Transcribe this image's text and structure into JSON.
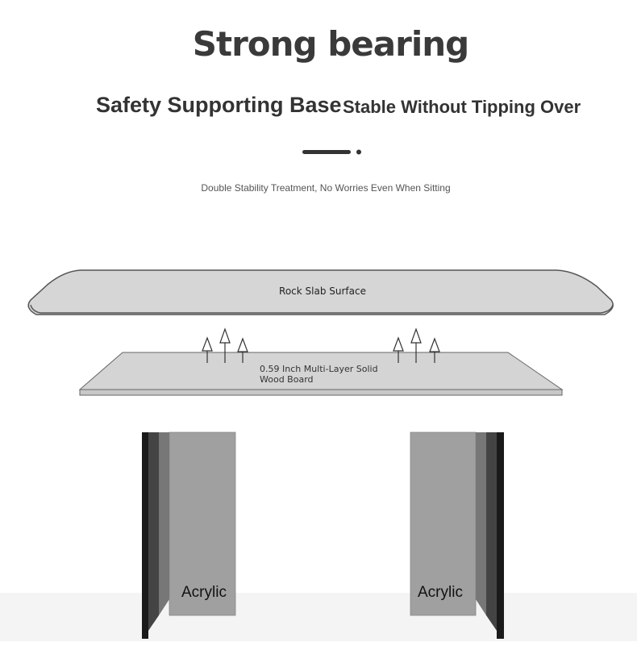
{
  "title": "Strong bearing",
  "subtitles": [
    "Safety Supporting Base",
    "Stable Without Tipping Over"
  ],
  "caption": "Double Stability Treatment, No Worries Even When Sitting",
  "diagram": {
    "slab_label": "Rock Slab Surface",
    "board_label": "0.59 Inch Multi-Layer Solid Wood Board",
    "leg_labels": [
      "Acrylic",
      "Acrylic"
    ]
  },
  "colors": {
    "text": "#333333",
    "slab": "#d6d6d6",
    "leg": "#a0a0a0"
  }
}
